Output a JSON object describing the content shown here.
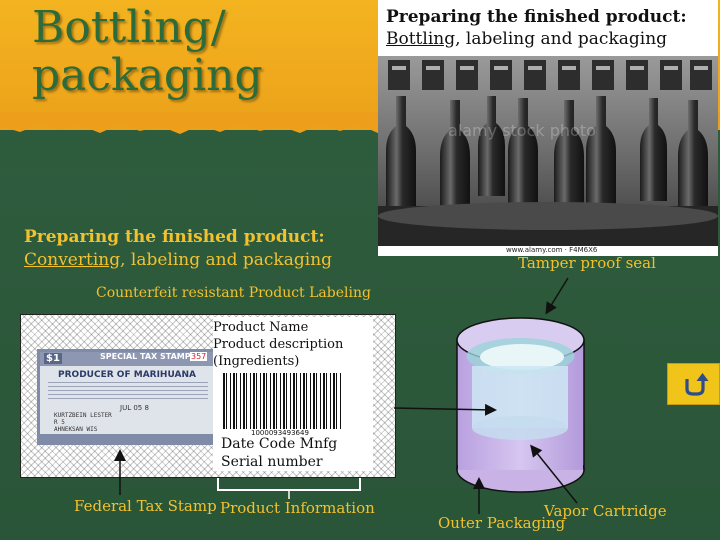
{
  "slide_title": "Bottling/ packaging",
  "photo": {
    "caption_bold": "Preparing the finished product:",
    "caption_underlined": "Bottling",
    "caption_rest": ", labeling and packaging",
    "watermark": "alamy stock photo",
    "credit": "www.alamy.com · F4M6X6"
  },
  "converting": {
    "heading_bold": "Preparing the finished product:",
    "underlined": "Converting",
    "rest": ", labeling and packaging"
  },
  "counterfeit_label": "Counterfeit resistant Product Labeling",
  "stamp": {
    "denomination": "$1",
    "header": "SPECIAL TAX STAMP",
    "serial": "357",
    "producer": "PRODUCER OF MARIHUANA",
    "date": "JUL 05 8",
    "name_lines": [
      "KURTZBEIN LESTER",
      "R 5",
      "AHNEKSAN WIS"
    ]
  },
  "product_info": {
    "line1": "Product Name",
    "line2": "Product description",
    "line3": "(Ingredients)",
    "barcode_number": "1000093493649",
    "date_code": "Date Code Mnfg",
    "serial": "Serial number"
  },
  "labels": {
    "federal_tax_stamp": "Federal Tax Stamp",
    "product_information": "Product Information",
    "tamper_proof_seal": "Tamper proof seal",
    "outer_packaging": "Outer Packaging",
    "vapor_cartridge": "Vapor Cartridge"
  },
  "icons": {
    "return": "return-arrow-icon"
  },
  "colors": {
    "accent": "#f2c12e",
    "background": "#2e5a3c",
    "top_band": "#f0a81c",
    "title": "#2e6b3a",
    "cylinder": "#c9b3e6"
  }
}
